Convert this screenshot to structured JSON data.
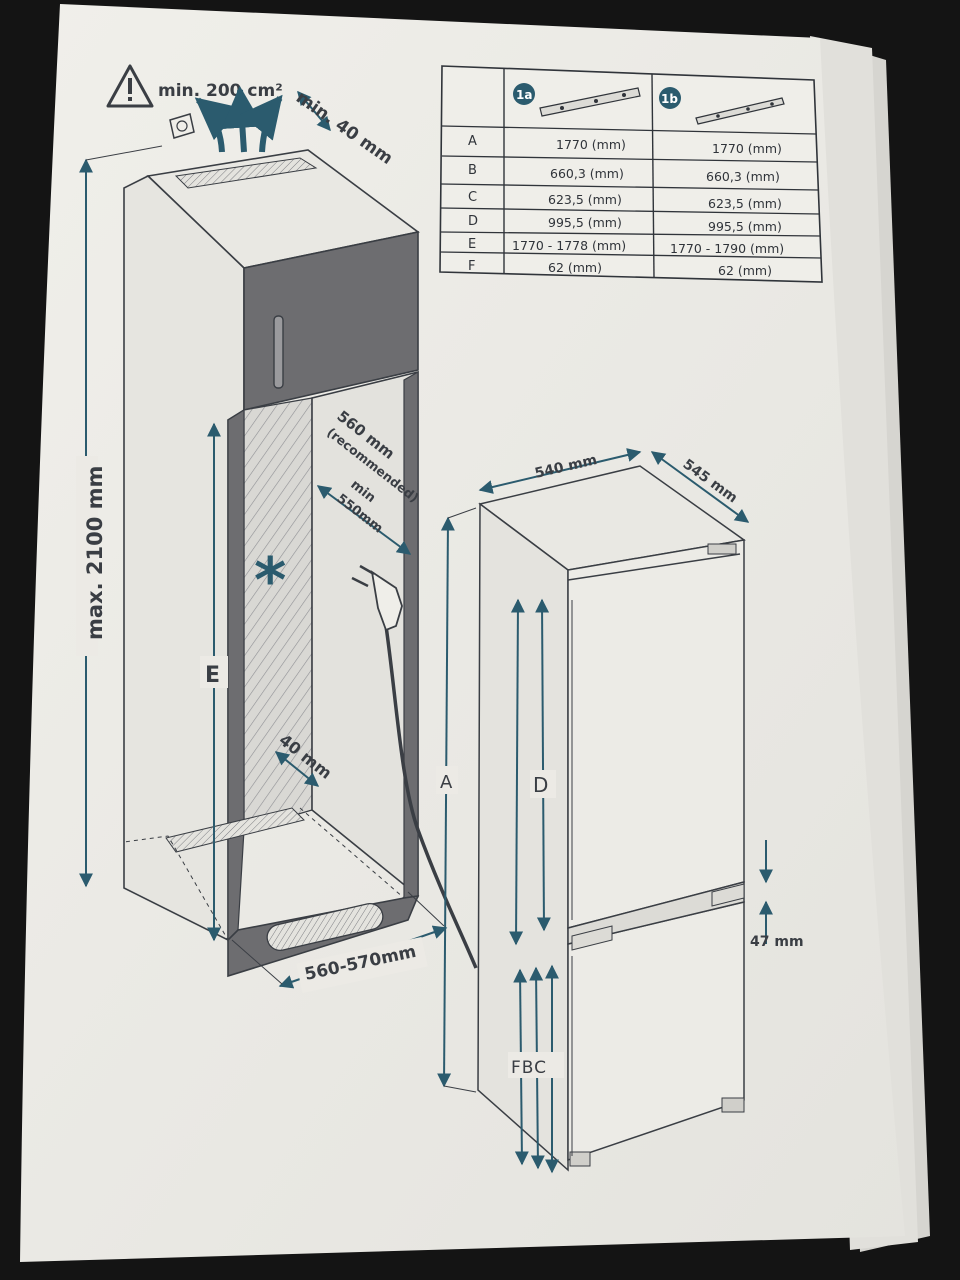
{
  "colors": {
    "paper": "#ecebe6",
    "ink": "#3a3e44",
    "teal": "#2b5b6e",
    "cabinet_dark": "#6d6d70",
    "background": "#141414"
  },
  "icons": {
    "warning": "warning-triangle-icon",
    "socket": "wall-socket-icon",
    "plug": "power-plug-icon",
    "bracket_1a": "mounting-bracket-1a-icon",
    "bracket_1b": "mounting-bracket-1b-icon"
  },
  "ventilation": {
    "area_label": "min. 200 cm²",
    "gap_label": "min. 40 mm"
  },
  "cabinet": {
    "height_label": "max. 2100 mm",
    "depth_recommended_label": "560 mm",
    "depth_recommended_note": "(recommended)",
    "depth_min_label": "min",
    "depth_min_value": "550mm",
    "back_gap_label": "40 mm",
    "width_label": "560-570mm",
    "letter_e": "E",
    "asterisk": "*"
  },
  "fridge": {
    "width_label": "540 mm",
    "depth_label": "545 mm",
    "letter_a": "A",
    "letter_d": "D",
    "gap_label": "47 mm",
    "letters_fbc": "FBC"
  },
  "table": {
    "col_1a": "1a",
    "col_1b": "1b",
    "rows": [
      {
        "key": "A",
        "v1a": "1770 (mm)",
        "v1b": "1770 (mm)"
      },
      {
        "key": "B",
        "v1a": "660,3 (mm)",
        "v1b": "660,3 (mm)"
      },
      {
        "key": "C",
        "v1a": "623,5 (mm)",
        "v1b": "623,5 (mm)"
      },
      {
        "key": "D",
        "v1a": "995,5 (mm)",
        "v1b": "995,5 (mm)"
      },
      {
        "key": "E",
        "v1a": "1770 - 1778 (mm)",
        "v1b": "1770 - 1790 (mm)"
      },
      {
        "key": "F",
        "v1a": "62 (mm)",
        "v1b": "62 (mm)"
      }
    ]
  }
}
